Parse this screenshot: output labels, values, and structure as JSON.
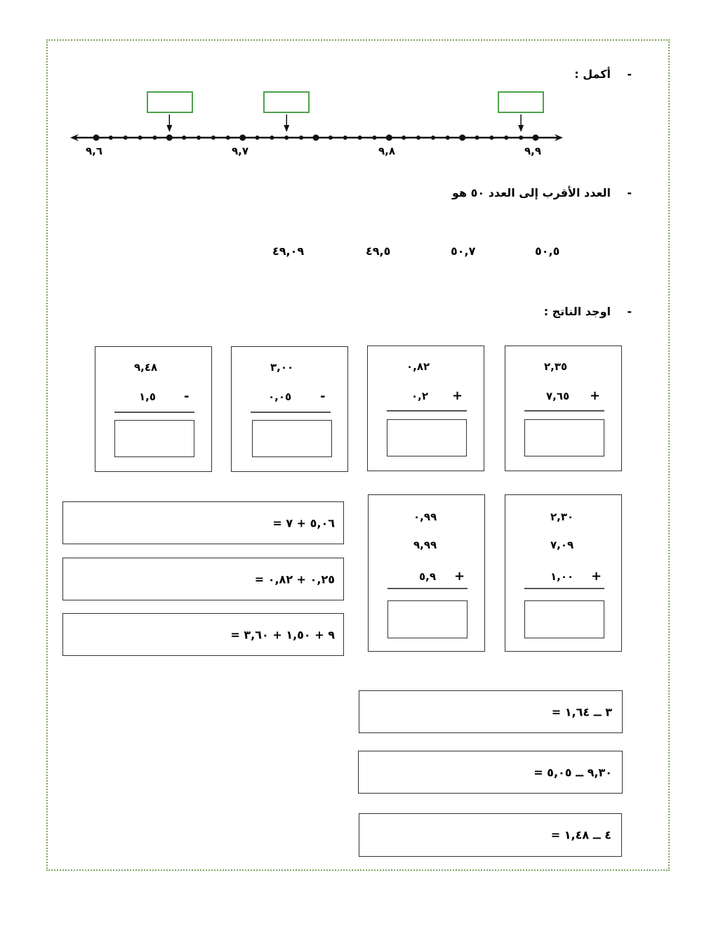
{
  "section1": {
    "title": "أكمل :",
    "number_line": {
      "labels": [
        "٩,٦",
        "٩,٧",
        "٩,٨",
        "٩,٩"
      ],
      "start": 9.6,
      "end": 9.9,
      "major_step": 0.05,
      "minor_step": 0.01,
      "arrow_targets": [
        9.65,
        9.73,
        9.89
      ]
    }
  },
  "section2": {
    "title": "العدد الأقرب إلى العدد ٥٠ هو",
    "choices": [
      "٥٠,٥",
      "٥٠,٧",
      "٤٩,٥",
      "٤٩,٠٩"
    ]
  },
  "section3": {
    "title": "اوجد الناتج :",
    "vertical_problems_row1": [
      {
        "top": "٢,٣٥",
        "bottom": "٧,٦٥",
        "op": "+"
      },
      {
        "top": "٠,٨٢",
        "bottom": "٠,٢",
        "op": "+"
      },
      {
        "top": "٣,٠٠",
        "bottom": "٠,٠٥",
        "op": "-"
      },
      {
        "top": "٩,٤٨",
        "bottom": "١,٥",
        "op": "-"
      }
    ],
    "vertical_problems_row2": [
      {
        "lines": [
          "٢,٣٠",
          "٧,٠٩",
          "١,٠٠"
        ],
        "op": "+"
      },
      {
        "lines": [
          "٠,٩٩",
          "٩,٩٩",
          "٥,٩"
        ],
        "op": "+"
      }
    ],
    "horizontal_left": [
      "٥,٠٦ + ٧ =",
      "٠,٢٥ + ٠,٨٢ =",
      "٩ + ١,٥٠ + ٣,٦٠ ="
    ],
    "horizontal_right": [
      "٣ ــ ١,٦٤ =",
      "٩,٣٠ ــ ٥,٠٥ =",
      "٤ ــ ١,٤٨ ="
    ]
  },
  "colors": {
    "frame": "#7ea65e",
    "answer_box_green": "#4ea34a"
  }
}
